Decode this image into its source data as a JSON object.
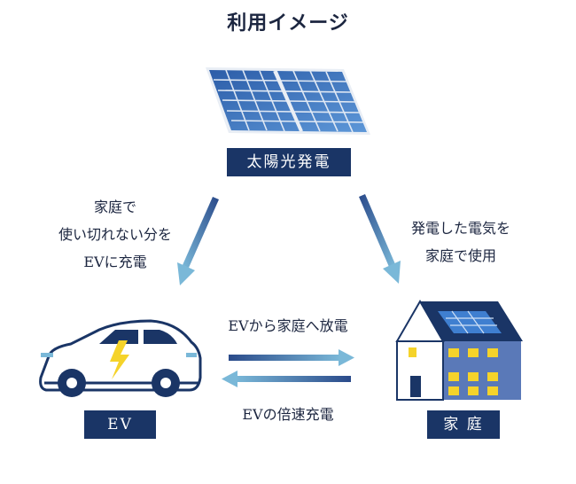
{
  "title": "利用イメージ",
  "nodes": {
    "solar": "太陽光発電",
    "ev": "EV",
    "home": "家 庭"
  },
  "notes": {
    "left": [
      "家庭で",
      "使い切れない分を",
      "EVに充電"
    ],
    "right": [
      "発電した電気を",
      "家庭で使用"
    ],
    "discharge": "EVから家庭へ放電",
    "fast_charge": "EVの倍速充電"
  },
  "colors": {
    "navy": "#1a3566",
    "arrow_dark": "#2a4a8a",
    "arrow_light": "#7ab8d8",
    "window_yellow": "#f5d32a",
    "house_blue": "#5a79b8"
  }
}
